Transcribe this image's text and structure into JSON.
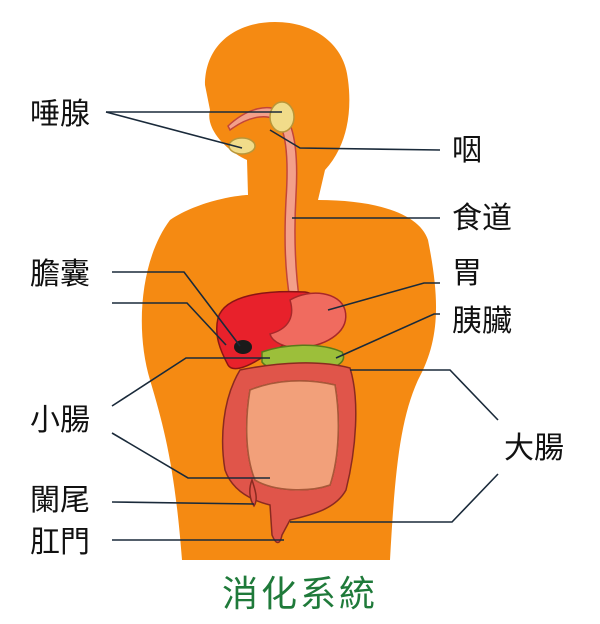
{
  "title": "消化系統",
  "labels": {
    "salivary_glands": "唾腺",
    "pharynx": "咽",
    "esophagus": "食道",
    "gallbladder": "膽囊",
    "stomach": "胃",
    "pancreas": "胰臟",
    "small_intestine": "小腸",
    "large_intestine": "大腸",
    "appendix": "闌尾",
    "anus": "肛門"
  },
  "colors": {
    "body": "#f58a12",
    "liver": "#e8212b",
    "stomach": "#f06b5f",
    "esophagus": "#f3a08a",
    "intestine": "#f2a07a",
    "colon": "#e0554a",
    "pancreas": "#9cbf3a",
    "gland": "#f1dc8a",
    "title": "#1f7a3a"
  }
}
